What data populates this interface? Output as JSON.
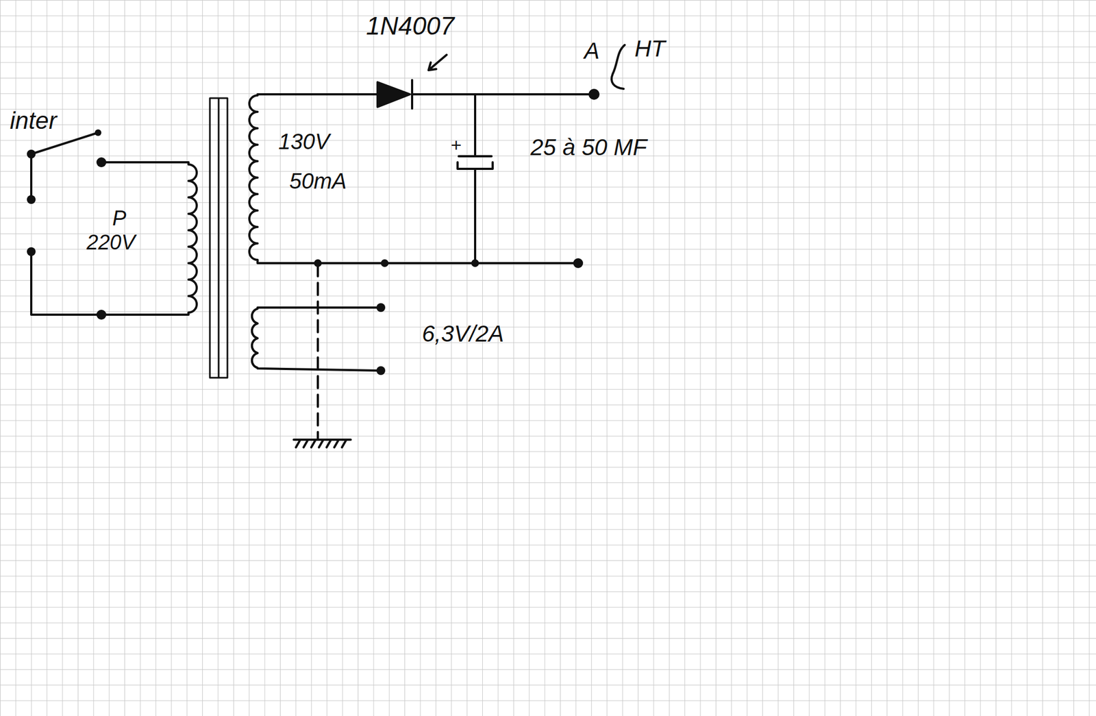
{
  "diagram": {
    "labels": [
      "inter",
      "P",
      "220V",
      "1N4007",
      "A",
      "HT",
      "130V",
      "50mA",
      "+",
      "25 à 50 MF",
      "6,3V/2A"
    ]
  }
}
